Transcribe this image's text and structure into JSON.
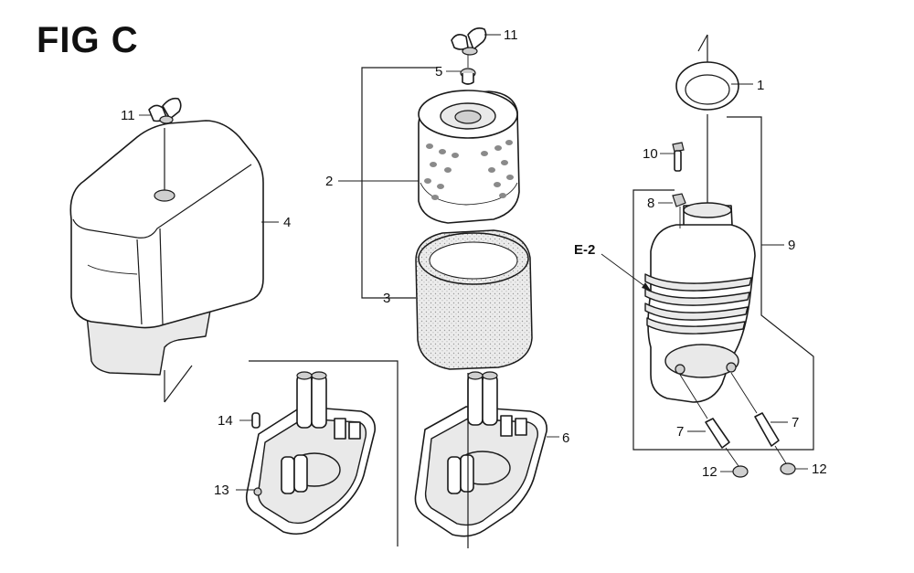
{
  "figure_title": "FIG C",
  "reference_label": "E-2",
  "callouts": {
    "c1": "1",
    "c2": "2",
    "c3": "3",
    "c4": "4",
    "c5": "5",
    "c6": "6",
    "c7a": "7",
    "c7b": "7",
    "c8": "8",
    "c9": "9",
    "c10": "10",
    "c11a": "11",
    "c11b": "11",
    "c12a": "12",
    "c12b": "12",
    "c13": "13",
    "c14": "14"
  },
  "parts": [
    {
      "name": "gasket-ring",
      "callout": "1"
    },
    {
      "name": "filter-cover-perforated",
      "callout": "2"
    },
    {
      "name": "filter-element-foam",
      "callout": "3"
    },
    {
      "name": "air-cleaner-cover",
      "callout": "4"
    },
    {
      "name": "grommet",
      "callout": "5"
    },
    {
      "name": "air-cleaner-base",
      "callout": "6"
    },
    {
      "name": "tube",
      "callout": "7"
    },
    {
      "name": "nut",
      "callout": "8"
    },
    {
      "name": "elbow-assembly",
      "callout": "9"
    },
    {
      "name": "bolt",
      "callout": "10"
    },
    {
      "name": "wing-nut",
      "callout": "11"
    },
    {
      "name": "clip",
      "callout": "12"
    },
    {
      "name": "base-assembly",
      "callout": "13"
    },
    {
      "name": "pin",
      "callout": "14"
    }
  ]
}
